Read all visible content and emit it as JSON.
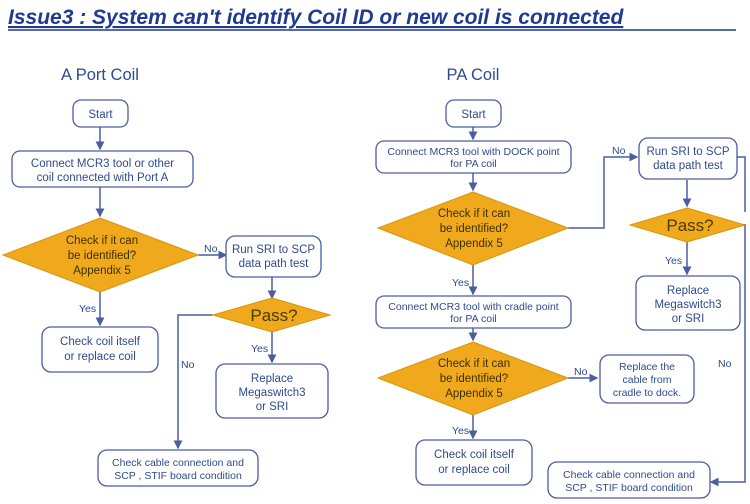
{
  "title": "Issue3 : System can't identify Coil ID or new coil is connected",
  "colors": {
    "title_blue": "#1F3A93",
    "text_blue": "#2E4B8F",
    "box_border": "#4A5EA0",
    "box_fill": "#FFFFFF",
    "diamond_fill": "#F0A81C",
    "diamond_text": "#3B3100",
    "page_background": "#FFFFFF"
  },
  "sections": [
    {
      "id": "a-port-coil",
      "header": "A Port Coil"
    },
    {
      "id": "pa-coil",
      "header": "PA Coil"
    }
  ],
  "left_flow": {
    "nodes": {
      "start": {
        "label": "Start",
        "shape": "rounded-rect"
      },
      "connect_tool": {
        "lines": [
          "Connect MCR3 tool or other",
          "coil connected with Port A"
        ],
        "shape": "rounded-rect"
      },
      "check_identify": {
        "lines": [
          "Check if it can",
          "be identified?",
          "Appendix 5"
        ],
        "shape": "diamond"
      },
      "check_coil": {
        "lines": [
          "Check coil itself",
          "or replace coil"
        ],
        "shape": "rounded-rect"
      },
      "run_sri": {
        "lines": [
          "Run SRI to SCP",
          "data path test"
        ],
        "shape": "rounded-rect"
      },
      "pass": {
        "label": "Pass?",
        "shape": "diamond"
      },
      "replace_mega": {
        "lines": [
          "Replace",
          "Megaswitch3",
          "or SRI"
        ],
        "shape": "rounded-rect"
      },
      "check_cable": {
        "lines": [
          "Check cable connection and",
          "SCP , STIF board condition"
        ],
        "shape": "rounded-rect"
      }
    },
    "edge_labels": {
      "identify_no": "No",
      "identify_yes": "Yes",
      "pass_yes": "Yes",
      "pass_no": "No"
    }
  },
  "right_flow": {
    "nodes": {
      "start": {
        "label": "Start",
        "shape": "rounded-rect"
      },
      "connect_dock": {
        "lines": [
          "Connect MCR3 tool with DOCK point",
          "for PA coil"
        ],
        "shape": "rounded-rect"
      },
      "check_identify_1": {
        "lines": [
          "Check if it can",
          "be identified?",
          "Appendix 5"
        ],
        "shape": "diamond"
      },
      "connect_cradle": {
        "lines": [
          "Connect MCR3 tool with cradle point",
          "for PA coil"
        ],
        "shape": "rounded-rect"
      },
      "check_identify_2": {
        "lines": [
          "Check if it can",
          "be identified?",
          "Appendix 5"
        ],
        "shape": "diamond"
      },
      "check_coil": {
        "lines": [
          "Check coil itself",
          "or replace coil"
        ],
        "shape": "rounded-rect"
      },
      "replace_cable": {
        "lines": [
          "Replace the",
          "cable from",
          "cradle to dock."
        ],
        "shape": "rounded-rect"
      },
      "run_sri": {
        "lines": [
          "Run SRI to SCP",
          "data path test"
        ],
        "shape": "rounded-rect"
      },
      "pass": {
        "label": "Pass?",
        "shape": "diamond"
      },
      "replace_mega": {
        "lines": [
          "Replace",
          "Megaswitch3",
          "or SRI"
        ],
        "shape": "rounded-rect"
      },
      "check_cable": {
        "lines": [
          "Check cable connection and",
          "SCP , STIF board condition"
        ],
        "shape": "rounded-rect"
      }
    },
    "edge_labels": {
      "identify1_no": "No",
      "identify1_yes": "Yes",
      "identify2_no": "No",
      "identify2_yes": "Yes",
      "pass_yes": "Yes",
      "pass_no": "No"
    }
  }
}
